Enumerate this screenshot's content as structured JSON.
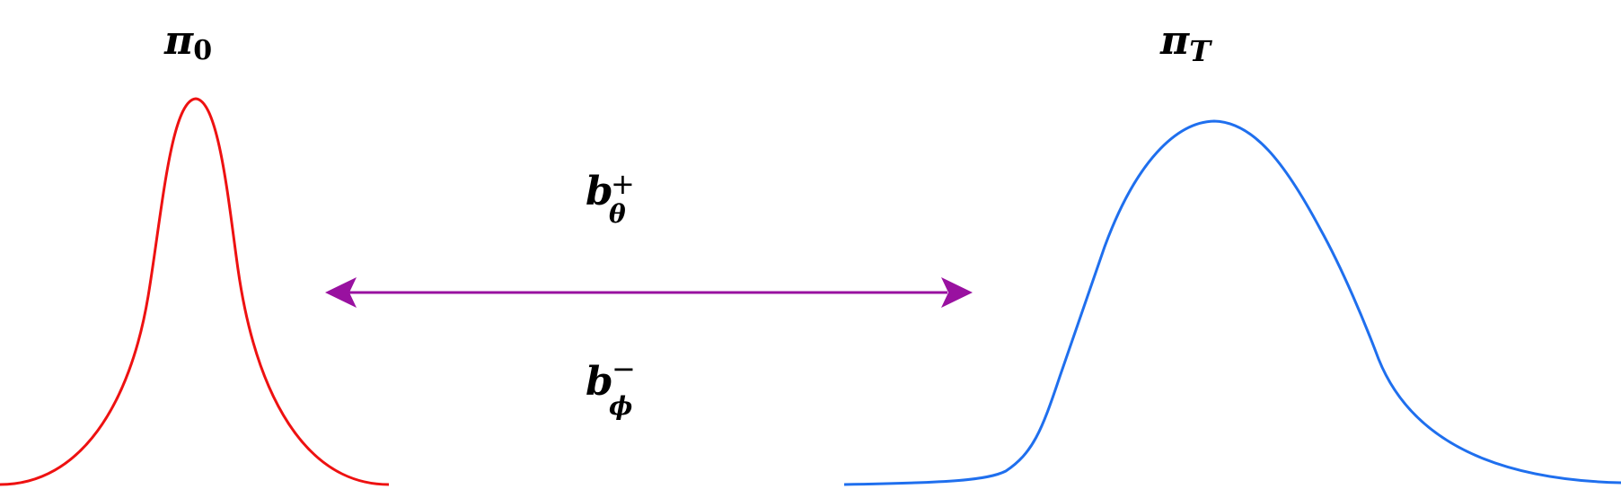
{
  "diagram": {
    "source_label": {
      "symbol": "π",
      "subscript": "0"
    },
    "target_label": {
      "symbol": "π",
      "subscript": "T"
    },
    "forward_label": {
      "symbol": "b",
      "subscript": "θ",
      "superscript": "+"
    },
    "backward_label": {
      "symbol": "b",
      "subscript": "ϕ",
      "superscript": "−"
    },
    "colors": {
      "source_curve": "#ee1111",
      "target_curve": "#1f6fee",
      "arrow": "#9911a0",
      "text": "#000000"
    }
  }
}
